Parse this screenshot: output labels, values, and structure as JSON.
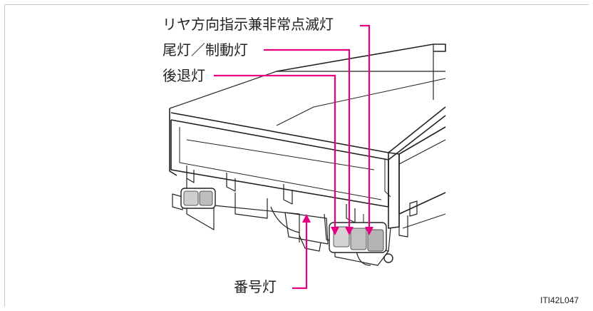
{
  "labels": {
    "rear_turn_hazard": "リヤ方向指示兼非常点滅灯",
    "tail_stop": "尾灯／制動灯",
    "backup": "後退灯",
    "license_plate": "番号灯"
  },
  "figure_code": "ITI42L047",
  "colors": {
    "leader": "#e5007f",
    "line": "#222222"
  }
}
